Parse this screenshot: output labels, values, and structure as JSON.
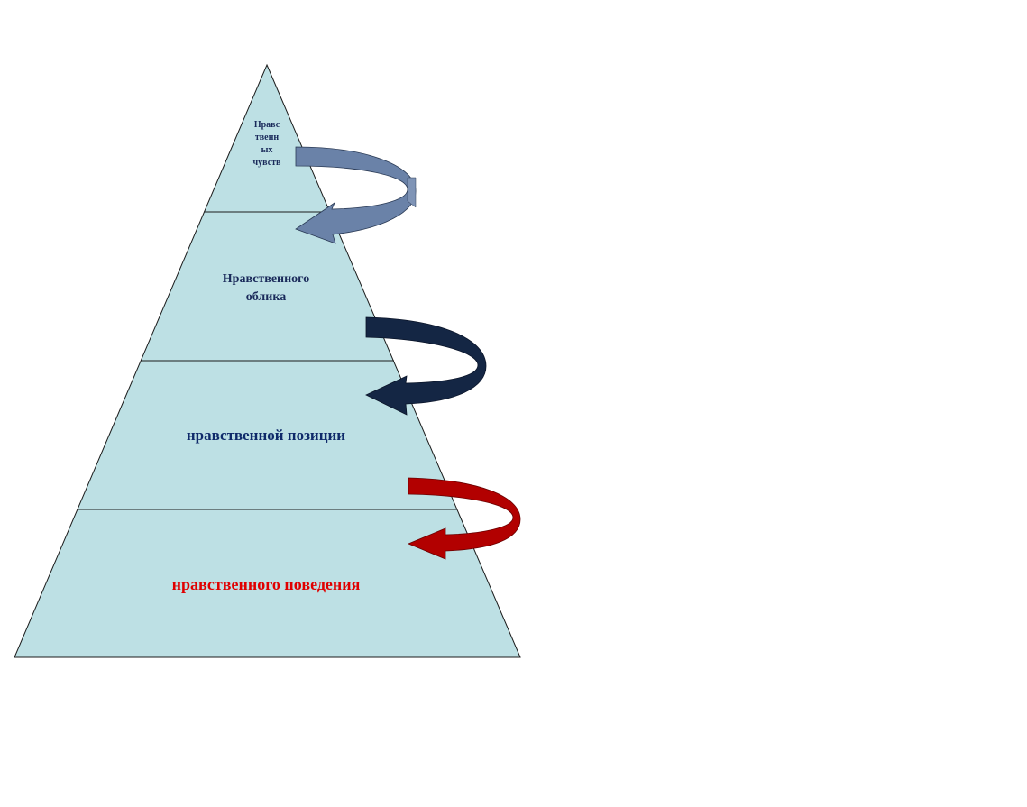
{
  "pyramid": {
    "fill_color": "#bde0e4",
    "line_color": "#1b1b1b",
    "levels": [
      {
        "label": "Нравс\nтвенн\nых\nчувств",
        "color": "#1a2a5a"
      },
      {
        "label": "Нравственного\nоблика",
        "color": "#1a2a5a"
      },
      {
        "label": "нравственной позиции",
        "color": "#0f2a6a"
      },
      {
        "label": "нравственного поведения",
        "color": "#e00000"
      }
    ]
  },
  "arrows": [
    {
      "name": "arrow-top",
      "color": "#6a82a8"
    },
    {
      "name": "arrow-middle",
      "color": "#142644"
    },
    {
      "name": "arrow-bottom",
      "color": "#b20000"
    }
  ]
}
